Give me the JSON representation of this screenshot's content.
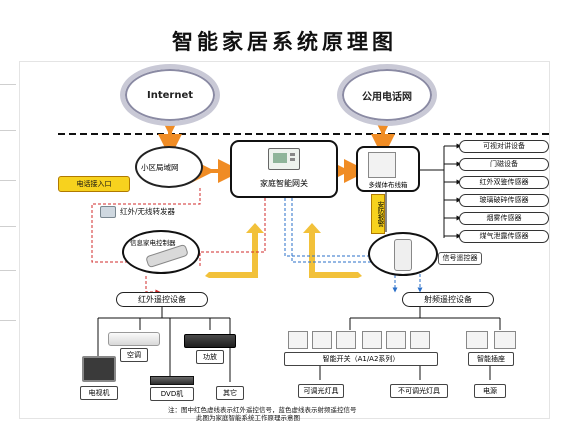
{
  "title": "智能家居系统原理图",
  "clouds": {
    "internet": "Internet",
    "phone": "公用电话网"
  },
  "gateway": {
    "label": "家庭智能网关"
  },
  "lan_label": "小区局域网",
  "dongle_label": "电话接入口",
  "bus": {
    "label": "多媒体布线箱",
    "alarm_label": "安防报警"
  },
  "sensors": [
    "可视对讲设备",
    "门磁设备",
    "红外双鉴传感器",
    "玻璃破碎传感器",
    "烟雾传感器",
    "煤气泄露传感器"
  ],
  "ir_converter_label": "红外/无线转发器",
  "remote_left_label": "信息家电控制器",
  "remote_right_label": "信号遥控器",
  "ir_hub_label": "红外遥控设备",
  "rf_hub_label": "射频遥控设备",
  "ir_devices": [
    "空调",
    "功放",
    "电视机",
    "DVD机",
    "其它"
  ],
  "rf_devices": [
    "智能开关（A1/A2系列）",
    "智能插座",
    "可调光灯具",
    "不可调光灯具",
    "电源"
  ],
  "footnote": [
    "注：图中红色虚线表示红外遥控信号，蓝色虚线表示射频遥控信号",
    "此图为家庭智能系统工作原理示意图"
  ],
  "colors": {
    "ir_signal": "#d12b2b",
    "rf_signal": "#2a6fc9",
    "arrow_orange": "#f08c24",
    "arrow_yellow": "#f2c13a",
    "alarm_bg": "#f7d21e"
  }
}
